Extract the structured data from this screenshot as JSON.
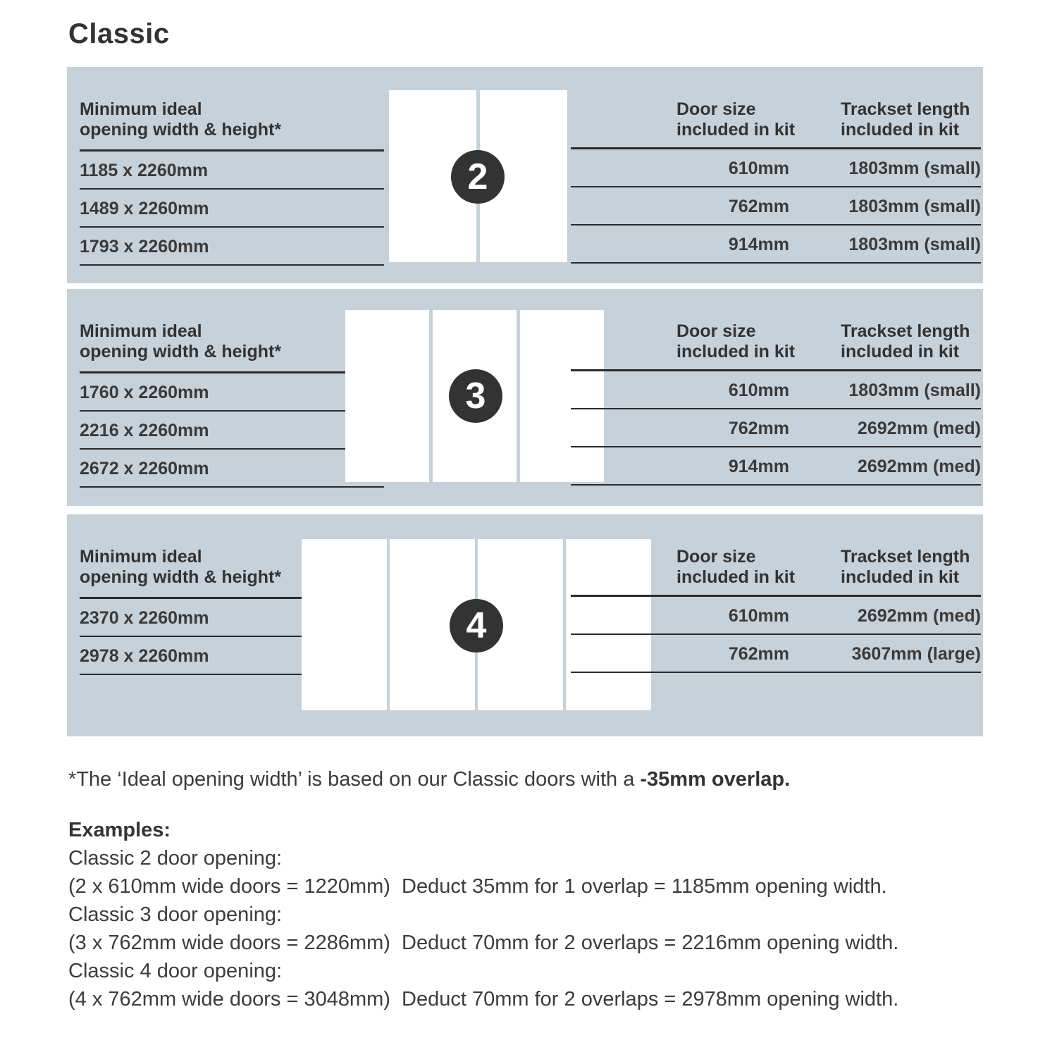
{
  "page": {
    "title": "Classic"
  },
  "sections": [
    {
      "door_count": "2",
      "opening_header": [
        "Minimum ideal",
        "opening width & height*"
      ],
      "door_size_header": [
        "Door size",
        "included in kit"
      ],
      "trackset_header": [
        "Trackset length",
        "included in kit"
      ],
      "rows": [
        {
          "opening": "1185 x 2260mm",
          "door_size": "610mm",
          "trackset": "1803mm (small)"
        },
        {
          "opening": "1489 x 2260mm",
          "door_size": "762mm",
          "trackset": "1803mm (small)"
        },
        {
          "opening": "1793 x 2260mm",
          "door_size": "914mm",
          "trackset": "1803mm (small)"
        }
      ]
    },
    {
      "door_count": "3",
      "opening_header": [
        "Minimum ideal",
        "opening width & height*"
      ],
      "door_size_header": [
        "Door size",
        "included in kit"
      ],
      "trackset_header": [
        "Trackset length",
        "included in kit"
      ],
      "rows": [
        {
          "opening": "1760 x 2260mm",
          "door_size": "610mm",
          "trackset": "1803mm (small)"
        },
        {
          "opening": "2216 x 2260mm",
          "door_size": "762mm",
          "trackset": "2692mm (med)"
        },
        {
          "opening": "2672 x 2260mm",
          "door_size": "914mm",
          "trackset": "2692mm (med)"
        }
      ]
    },
    {
      "door_count": "4",
      "opening_header": [
        "Minimum ideal",
        "opening width & height*"
      ],
      "door_size_header": [
        "Door size",
        "included in kit"
      ],
      "trackset_header": [
        "Trackset length",
        "included in kit"
      ],
      "rows": [
        {
          "opening": "2370 x 2260mm",
          "door_size": "610mm",
          "trackset": "2692mm (med)"
        },
        {
          "opening": "2978 x 2260mm",
          "door_size": "762mm",
          "trackset": "3607mm (large)"
        }
      ]
    }
  ],
  "footnote": {
    "text": "*The ‘Ideal opening width’ is based on our Classic doors with a ",
    "bold": "-35mm overlap."
  },
  "examples": {
    "heading": "Examples:",
    "lines": [
      "Classic 2 door opening:",
      "(2 x 610mm wide doors = 1220mm)  Deduct 35mm for 1 overlap = 1185mm opening width.",
      "Classic 3 door opening:",
      "(3 x 762mm wide doors = 2286mm)  Deduct 70mm for 2 overlaps = 2216mm opening width.",
      "Classic 4 door opening:",
      "(4 x 762mm wide doors = 3048mm)  Deduct 70mm for 2 overlaps = 2978mm opening width."
    ]
  },
  "colors": {
    "panel_bg": "#c6d1da",
    "badge_bg": "#333333",
    "text": "#3c3c3c"
  }
}
